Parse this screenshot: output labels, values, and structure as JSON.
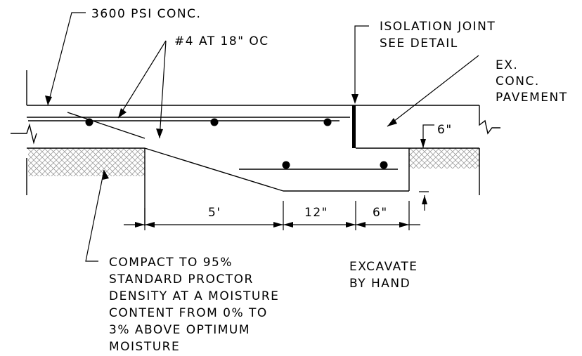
{
  "labels": {
    "concrete": "3600 PSI CONC.",
    "rebar": "#4 AT 18\" OC",
    "isolation_joint": [
      "ISOLATION JOINT",
      "SEE DETAIL"
    ],
    "existing_pavement": [
      "EX.",
      "CONC.",
      "PAVEMENT"
    ],
    "thickness": "6\"",
    "compaction": [
      "COMPACT TO 95%",
      "STANDARD PROCTOR",
      "DENSITY AT A MOISTURE",
      "CONTENT FROM 0% TO",
      "3% ABOVE OPTIMUM",
      "MOISTURE"
    ],
    "excavate": [
      "EXCAVATE",
      "BY HAND"
    ]
  },
  "dimensions": [
    "5'",
    "12\"",
    "6\""
  ],
  "colors": {
    "line": "#000000",
    "hatch": "#888888"
  }
}
